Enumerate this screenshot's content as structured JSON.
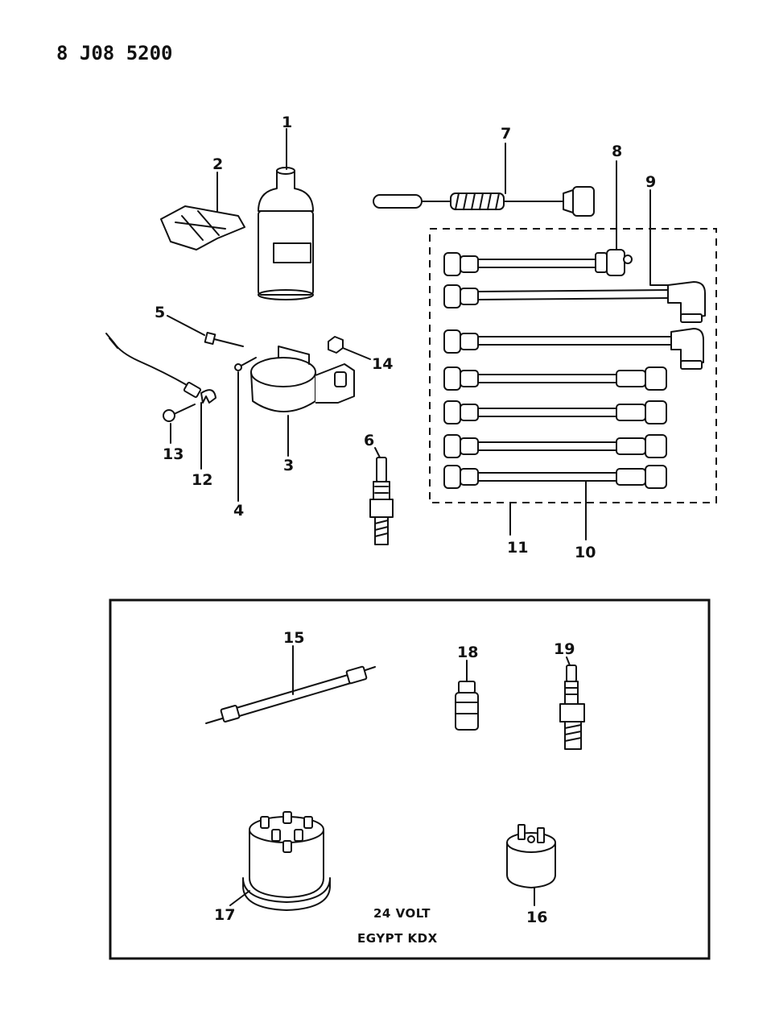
{
  "header": {
    "code": "8 J08 5200"
  },
  "labels": {
    "n1": "1",
    "n2": "2",
    "n3": "3",
    "n4": "4",
    "n5": "5",
    "n6": "6",
    "n7": "7",
    "n8": "8",
    "n9": "9",
    "n10": "10",
    "n11": "11",
    "n12": "12",
    "n13": "13",
    "n14": "14",
    "n15": "15",
    "n16": "16",
    "n17": "17",
    "n18": "18",
    "n19": "19"
  },
  "inset": {
    "line1": "24 VOLT",
    "line2": "EGYPT KDX"
  }
}
